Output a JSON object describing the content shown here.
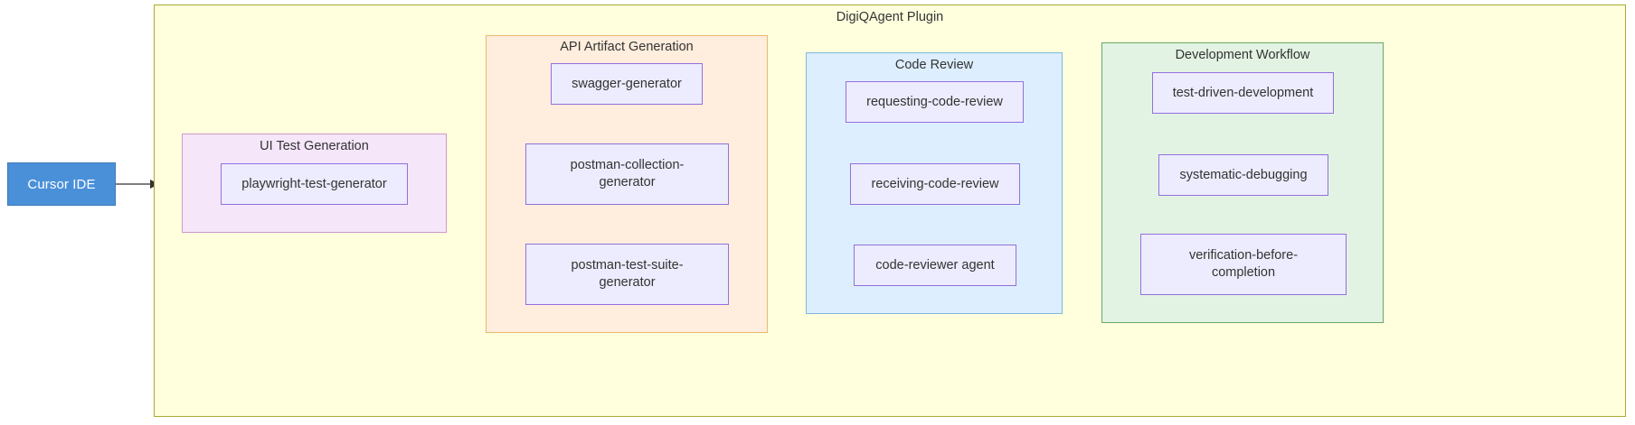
{
  "diagram": {
    "type": "flowchart",
    "external_nodes": [
      {
        "id": "cursor-ide",
        "label": "Cursor IDE",
        "fill": "#4a90d9",
        "stroke": "#3d7ab8",
        "text_color": "#ffffff"
      }
    ],
    "edges": [
      {
        "from": "cursor-ide",
        "to": "digiqagent-plugin",
        "style": "arrow",
        "color": "#333333"
      }
    ],
    "outer_cluster": {
      "id": "digiqagent-plugin",
      "title": "DigiQAgent Plugin",
      "fill": "#ffffde",
      "stroke": "#aaaa33"
    },
    "clusters": [
      {
        "id": "ui-test-generation",
        "title": "UI Test Generation",
        "fill": "#f5e6fa",
        "stroke": "#cc99cc",
        "nodes": [
          {
            "id": "playwright-test-generator",
            "lines": [
              "playwright-test-generator"
            ]
          }
        ]
      },
      {
        "id": "api-artifact-generation",
        "title": "API Artifact Generation",
        "fill": "#ffeedd",
        "stroke": "#e8b96a",
        "nodes": [
          {
            "id": "swagger-generator",
            "lines": [
              "swagger-generator"
            ]
          },
          {
            "id": "postman-collection-generator",
            "lines": [
              "postman-collection-",
              "generator"
            ]
          },
          {
            "id": "postman-test-suite-generator",
            "lines": [
              "postman-test-suite-",
              "generator"
            ]
          }
        ]
      },
      {
        "id": "code-review",
        "title": "Code Review",
        "fill": "#ddeeff",
        "stroke": "#7fb8e0",
        "nodes": [
          {
            "id": "requesting-code-review",
            "lines": [
              "requesting-code-review"
            ]
          },
          {
            "id": "receiving-code-review",
            "lines": [
              "receiving-code-review"
            ]
          },
          {
            "id": "code-reviewer-agent",
            "lines": [
              "code-reviewer agent"
            ]
          }
        ]
      },
      {
        "id": "development-workflow",
        "title": "Development Workflow",
        "fill": "#e3f3e3",
        "stroke": "#6aa86a",
        "nodes": [
          {
            "id": "test-driven-development",
            "lines": [
              "test-driven-development"
            ]
          },
          {
            "id": "systematic-debugging",
            "lines": [
              "systematic-debugging"
            ]
          },
          {
            "id": "verification-before-completion",
            "lines": [
              "verification-before-",
              "completion"
            ]
          }
        ]
      }
    ],
    "node_style": {
      "fill": "#ececfe",
      "stroke": "#9370db",
      "text_color": "#333333"
    }
  }
}
